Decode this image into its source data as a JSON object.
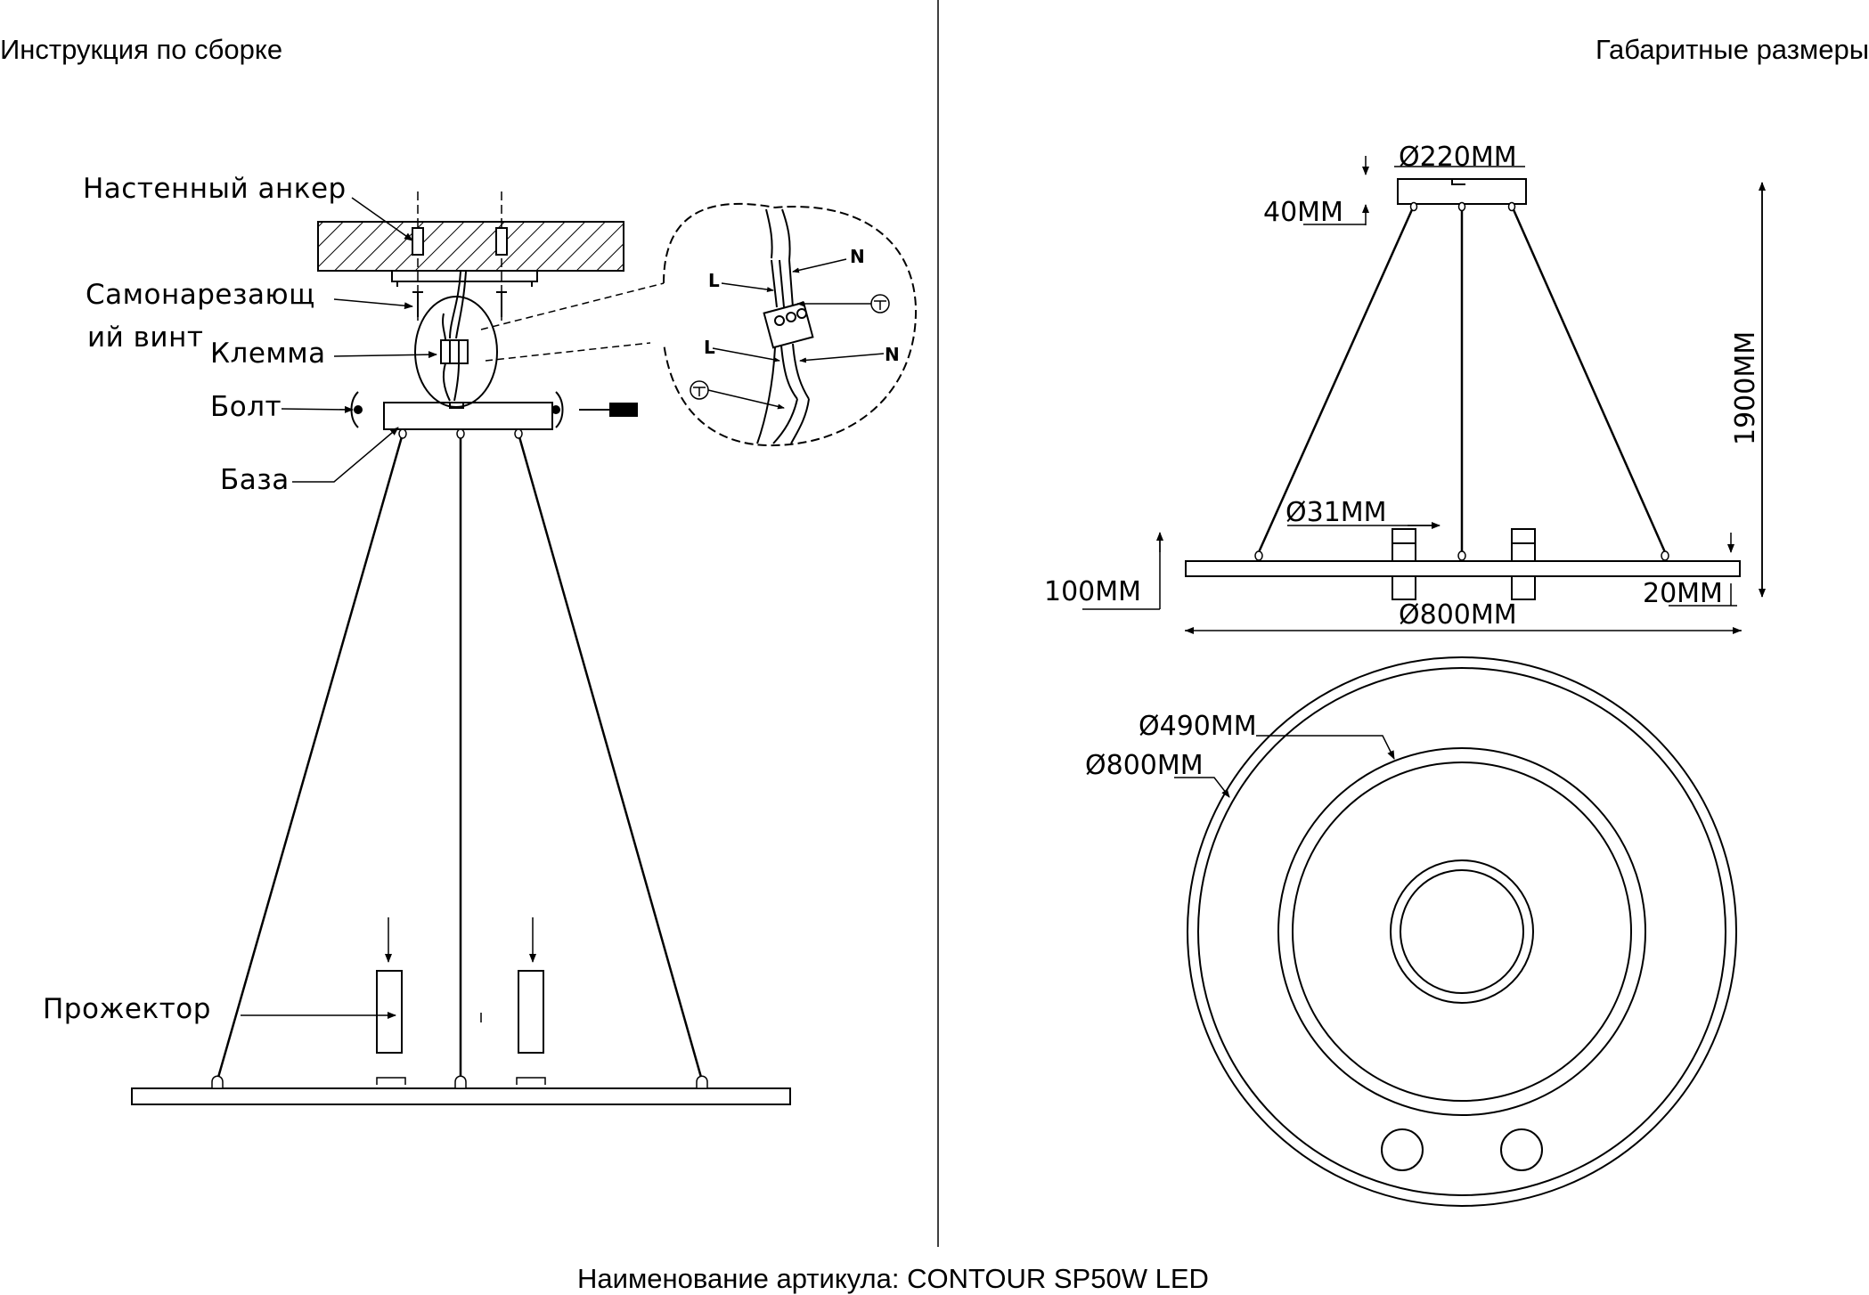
{
  "headers": {
    "assembly": "Инструкция по сборке",
    "dimensions": "Габаритные размеры",
    "article": "Наименование артикула: CONTOUR SP50W LED"
  },
  "assembly_labels": {
    "wall_anchor": "Настенный анкер",
    "screw_line1": "Самонарезающ",
    "screw_line2": "ий винт",
    "terminal": "Клемма",
    "bolt": "Болт",
    "base": "База",
    "projector": "Прожектор"
  },
  "wiring_labels": {
    "l_top": "L",
    "n_top": "N",
    "l_bottom": "L",
    "n_bottom": "N"
  },
  "dimension_labels": {
    "canopy_diameter": "Ø220MM",
    "canopy_height": "40MM",
    "overall_height": "1900MM",
    "spot_diameter": "Ø31MM",
    "spot_height": "100MM",
    "ring_thickness": "20MM",
    "ring_diameter": "Ø800MM",
    "inner_ring_diameter": "Ø490MM",
    "outer_ring_diameter": "Ø800MM"
  }
}
